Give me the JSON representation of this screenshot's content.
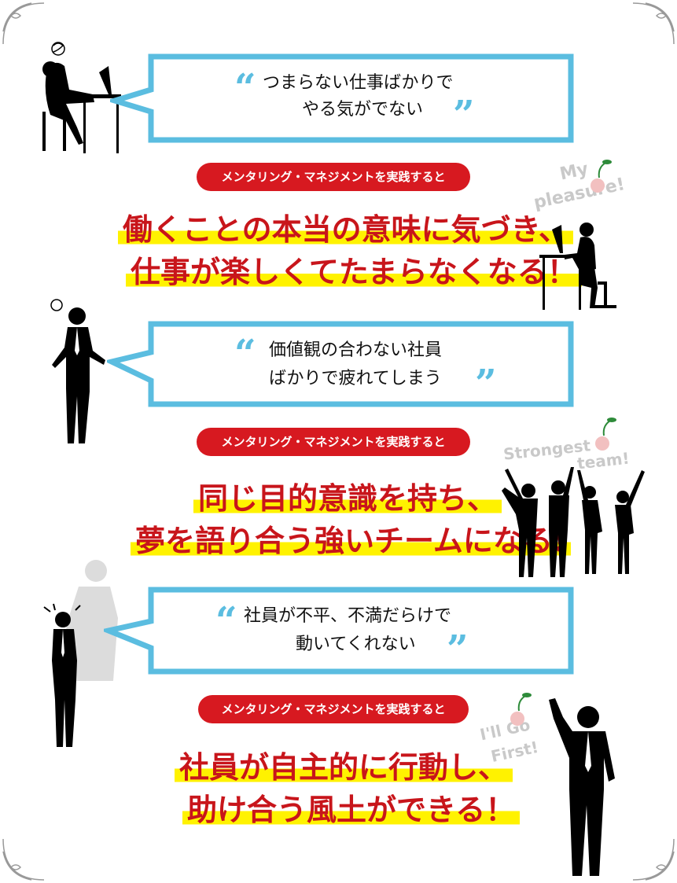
{
  "sections": [
    {
      "quote_line1": "つまらない仕事ばかりで",
      "quote_line2": "やる気がでない",
      "pill": "メンタリング・マネジメントを実践すると",
      "headline_line1": "働くことの本当の意味に気づき、",
      "headline_line2": "仕事が楽しくてたまらなくなる！",
      "tag_line1": "My",
      "tag_line2": "pleasure!"
    },
    {
      "quote_line1": "価値観の合わない社員",
      "quote_line2": "ばかりで疲れてしまう",
      "pill": "メンタリング・マネジメントを実践すると",
      "headline_line1": "同じ目的意識を持ち、",
      "headline_line2": "夢を語り合う強いチームになる!",
      "tag_line1": "Strongest",
      "tag_line2": "team!"
    },
    {
      "quote_line1": "社員が不平、不満だらけで",
      "quote_line2": "動いてくれない",
      "pill": "メンタリング・マネジメントを実践すると",
      "headline_line1": "社員が自主的に行動し、",
      "headline_line2": "助け合う風土ができる！",
      "tag_line1": "I'll Go",
      "tag_line2": "First!"
    }
  ],
  "colors": {
    "bubble_border": "#5bbde0",
    "pill": "#d71920",
    "headline": "#c8151b",
    "highlight": "#fff200",
    "tag": "#c9c9c9"
  }
}
